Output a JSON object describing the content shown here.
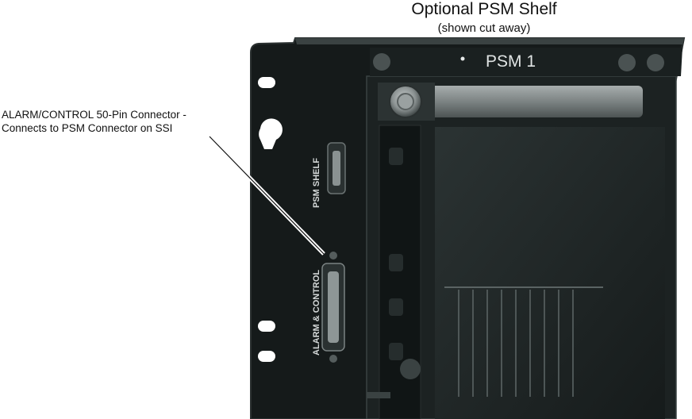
{
  "header": {
    "title": "Optional PSM Shelf",
    "subtitle": "(shown cut away)"
  },
  "callout": {
    "line1": "ALARM/CONTROL 50-Pin Connector -",
    "line2": "Connects to PSM Connector on SSI"
  },
  "panel": {
    "module_label": "PSM 1",
    "psm_shelf_label": "PSM SHELF",
    "alarm_control_label": "ALARM & CONTROL"
  },
  "colors": {
    "chassis": "#151a1a",
    "chassis_edge": "#2a3030",
    "module": "#1e2424",
    "heatsink": "#303838",
    "handle": "#7f8686",
    "text_on_panel": "#d8dcdc"
  }
}
